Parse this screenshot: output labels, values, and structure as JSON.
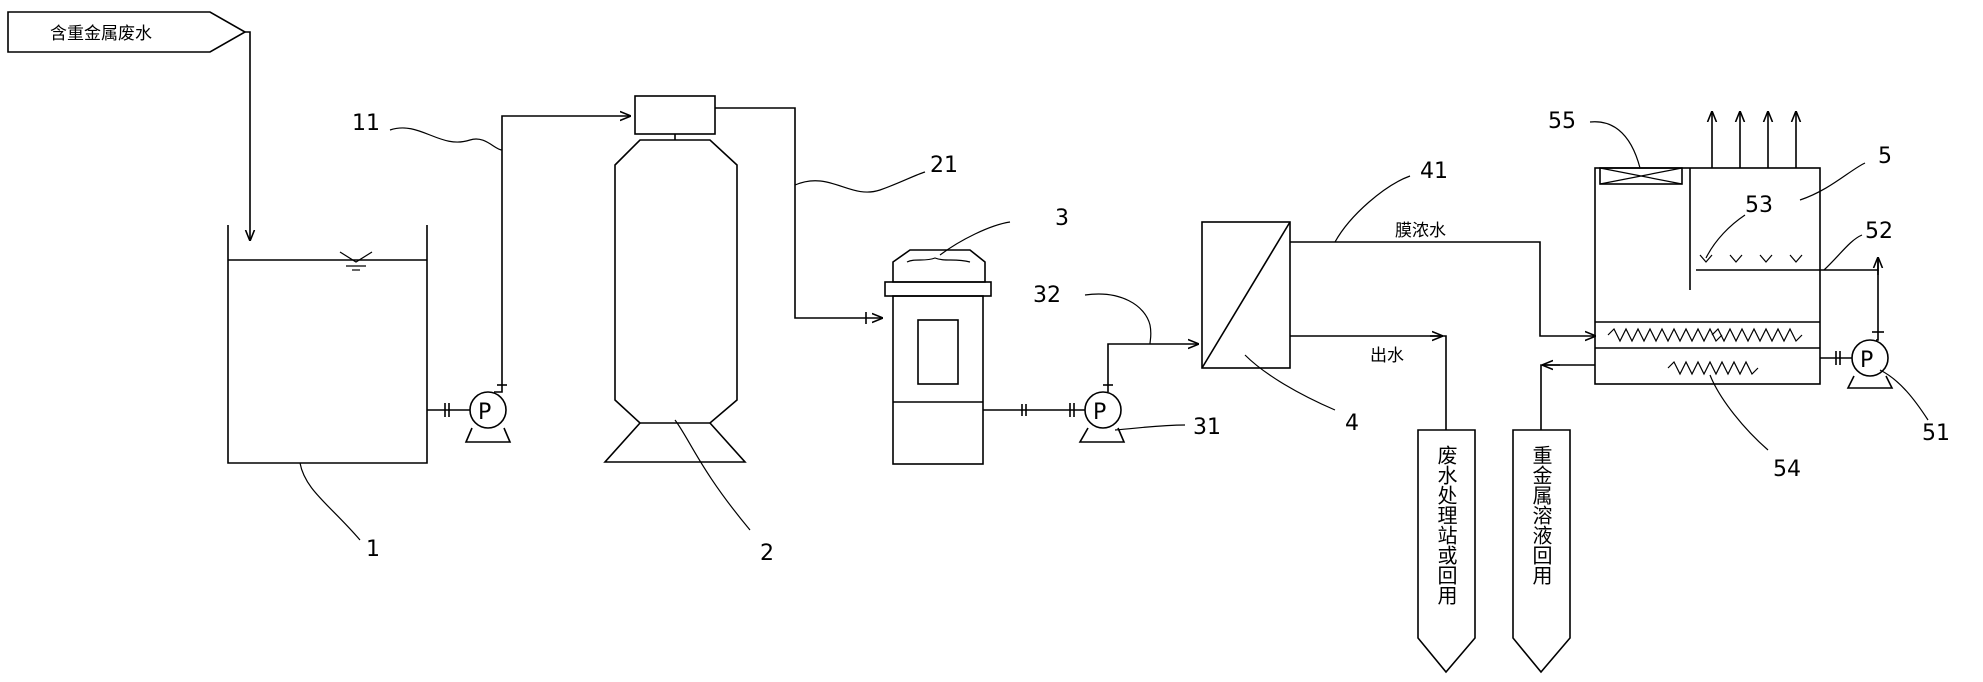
{
  "source_label": "含重金属废水",
  "labels": {
    "n1": "1",
    "n2": "2",
    "n3": "3",
    "n4": "4",
    "n5": "5",
    "n11": "11",
    "n21": "21",
    "n31": "31",
    "n32": "32",
    "n41": "41",
    "n51": "51",
    "n52": "52",
    "n53": "53",
    "n54": "54",
    "n55": "55"
  },
  "pump_letter": "P",
  "stream_labels": {
    "concentrate": "膜浓水",
    "outlet": "出水"
  },
  "outlets": {
    "wastewater_station": "废水处理站或回用",
    "metal_solution": "重金属溶液回用"
  }
}
